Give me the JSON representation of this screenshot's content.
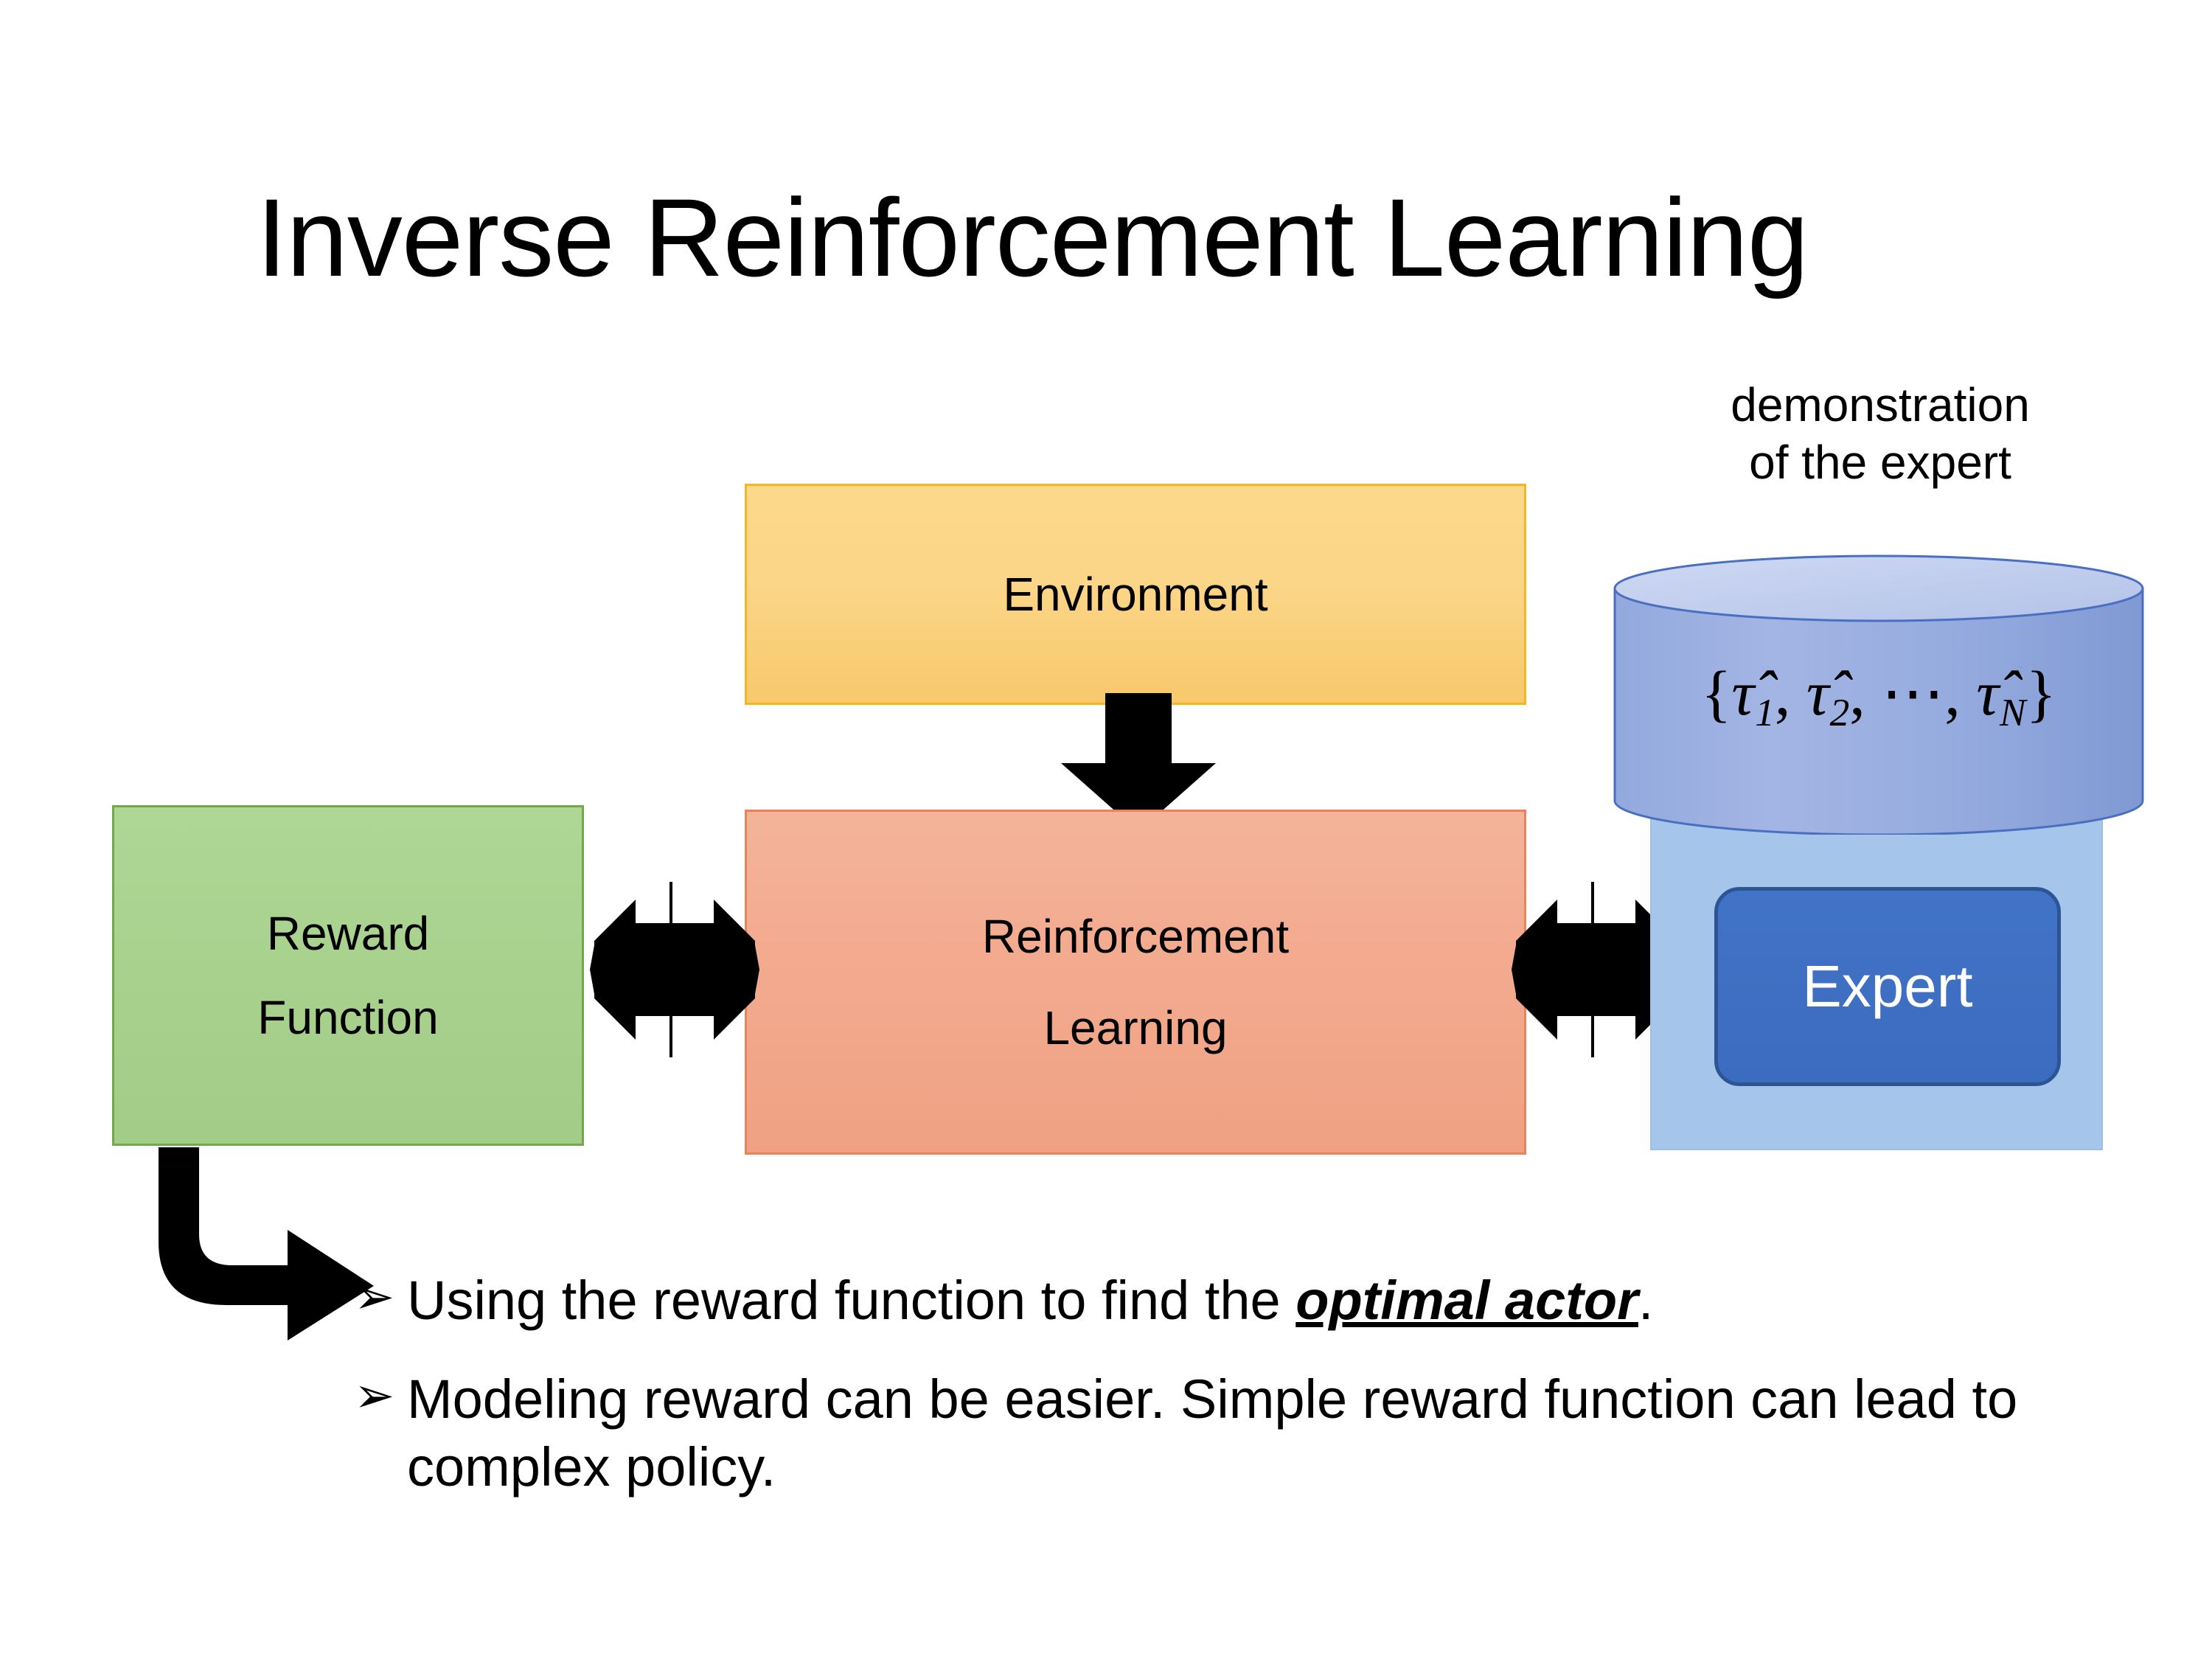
{
  "slide": {
    "title": "Inverse Reinforcement Learning",
    "background_color": "#ffffff"
  },
  "diagram": {
    "environment": {
      "label": "Environment",
      "fill_color": "#fbd588",
      "border_color": "#f2b824"
    },
    "reinforcement_learning": {
      "label_line1": "Reinforcement",
      "label_line2": "Learning",
      "fill_color": "#f3ab8f",
      "border_color": "#e8835a"
    },
    "reward_function": {
      "label_line1": "Reward",
      "label_line2": "Function",
      "fill_color": "#a8d18e",
      "border_color": "#6fa94b"
    },
    "demonstration": {
      "caption_line1": "demonstration",
      "caption_line2": "of the expert",
      "formula_open": "{",
      "formula_tau1": "τ̂",
      "formula_sub1": "1",
      "formula_sep1": ", ",
      "formula_tau2": "τ̂",
      "formula_sub2": "2",
      "formula_sep2": ", ⋯, ",
      "formula_tauN": "τ̂",
      "formula_subN": "N",
      "formula_close": "}",
      "cylinder_fill_color": "#8fa8dd",
      "cylinder_top_color": "#c2cfee",
      "cylinder_border_color": "#4a6fc0"
    },
    "expert_panel": {
      "fill_color": "#a5c6ea"
    },
    "expert_button": {
      "label": "Expert",
      "fill_color": "#3c6cbf",
      "border_color": "#2d5596",
      "text_color": "#ffffff"
    },
    "arrows": {
      "environment_to_rl": "down-arrow",
      "reward_to_rl": "four-way-arrow",
      "rl_to_expert": "four-way-arrow",
      "reward_to_bullets": "bent-arrow",
      "color": "#000000"
    }
  },
  "bullets": {
    "marker": "➢",
    "items": [
      {
        "prefix": "Using the reward function to find the ",
        "emphasis": "optimal actor",
        "suffix": "."
      },
      {
        "prefix": "Modeling reward can be easier. Simple reward function can lead to complex policy.",
        "emphasis": "",
        "suffix": ""
      }
    ]
  }
}
